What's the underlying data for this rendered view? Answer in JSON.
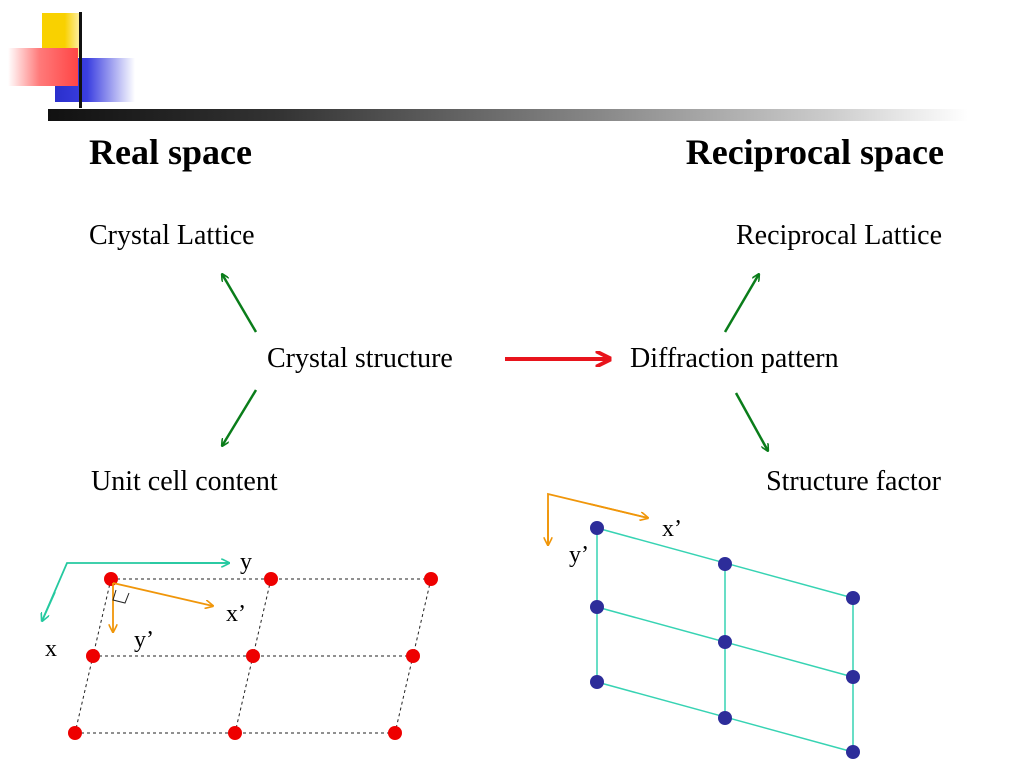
{
  "headers": {
    "real": "Real space",
    "reciprocal": "Reciprocal space"
  },
  "labels": {
    "crystal_lattice": "Crystal Lattice",
    "reciprocal_lattice": "Reciprocal Lattice",
    "crystal_structure": "Crystal structure",
    "diffraction_pattern": "Diffraction pattern",
    "unit_cell_content": "Unit cell content",
    "structure_factor": "Structure factor"
  },
  "axes": {
    "real": {
      "x": "x",
      "y": "y",
      "x_prime": "x’",
      "y_prime": "y’"
    },
    "reciprocal": {
      "x_prime": "x’",
      "y_prime": "y’"
    }
  },
  "colors": {
    "green_arrow": "#0a7d1a",
    "red_arrow": "#e8141c",
    "real_lattice_point": "#ee0000",
    "reciprocal_lattice_point": "#2d2d9a",
    "reciprocal_lattice_line": "#37d3b3",
    "axis_orange": "#f0960a",
    "axis_teal": "#25c9a0"
  }
}
